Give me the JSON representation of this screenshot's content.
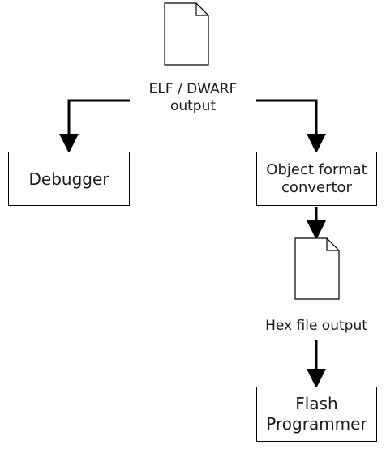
{
  "nodes": {
    "elf_output": {
      "label_line1": "ELF / DWARF",
      "label_line2": "output",
      "icon": "document-icon"
    },
    "debugger": {
      "label": "Debugger"
    },
    "object_format_convertor": {
      "label_line1": "Object format",
      "label_line2": "convertor"
    },
    "hex_output": {
      "label": "Hex file output",
      "icon": "document-icon"
    },
    "flash_programmer": {
      "label_line1": "Flash",
      "label_line2": "Programmer"
    }
  },
  "edges": [
    {
      "from": "elf_output",
      "to": "debugger"
    },
    {
      "from": "elf_output",
      "to": "object_format_convertor"
    },
    {
      "from": "object_format_convertor",
      "to": "hex_output"
    },
    {
      "from": "hex_output",
      "to": "flash_programmer"
    }
  ]
}
